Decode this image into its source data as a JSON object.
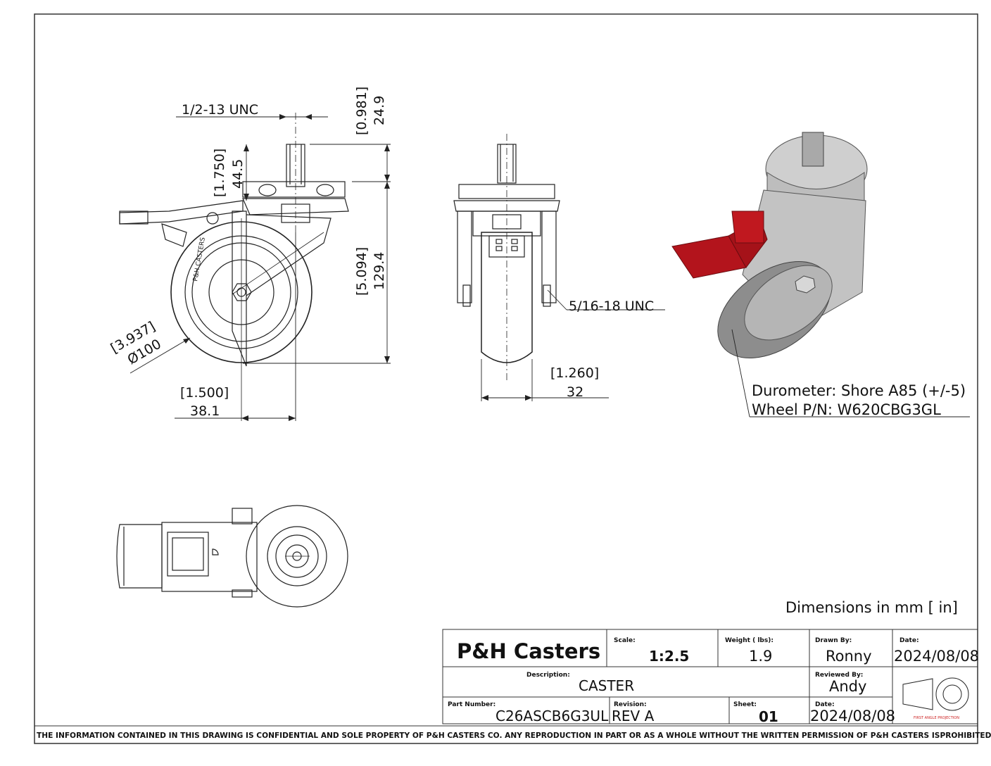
{
  "views": {
    "side": {
      "thread_label": "1/2-13 UNC",
      "dim_stud_in": "[0.981]",
      "dim_stud_mm": "24.9",
      "dim_top_in": "[1.750]",
      "dim_top_mm": "44.5",
      "dim_height_in": "[5.094]",
      "dim_height_mm": "129.4",
      "dim_wheel_in": "[3.937]",
      "dim_wheel_mm": "Ø100",
      "dim_offset_in": "[1.500]",
      "dim_offset_mm": "38.1"
    },
    "front": {
      "axle_thread_label": "5/16-18 UNC",
      "dim_width_in": "[1.260]",
      "dim_width_mm": "32"
    },
    "iso": {
      "durometer_note": "Durometer: Shore A85 (+/-5)",
      "wheel_pn_note": "Wheel P/N: W620CBG3GL"
    }
  },
  "units_note": "Dimensions in mm [ in]",
  "title_block": {
    "company": "P&H Casters",
    "scale_label": "Scale:",
    "scale": "1:2.5",
    "weight_label": "Weight ( lbs):",
    "weight": "1.9",
    "drawn_by_label": "Drawn By:",
    "drawn_by": "Ronny",
    "date_label": "Date:",
    "date": "2024/08/08",
    "description_label": "Description:",
    "description": "CASTER",
    "reviewed_by_label": "Reviewed By:",
    "reviewed_by": "Andy",
    "part_number_label": "Part Number:",
    "part_number": "C26ASCB6G3UL",
    "revision_label": "Revision:",
    "revision": "REV A",
    "sheet_label": "Sheet:",
    "sheet": "01",
    "date2_label": "Date:",
    "date2": "2024/08/08",
    "projection_label": "FIRST ANGLE PROJECTION"
  },
  "footer_notice": "THE INFORMATION CONTAINED IN THIS DRAWING IS CONFIDENTIAL AND SOLE PROPERTY OF P&H CASTERS CO.  ANY REPRODUCTION IN PART OR AS A WHOLE WITHOUT THE WRITTEN PERMISSION OF P&H CASTERS ISPROHIBITED.",
  "colors": {
    "line": "#222222",
    "brake_red": "#b3141c",
    "metal": "#b9b9b9",
    "tread": "#8a8a8a",
    "projection_red": "#cc2222"
  }
}
